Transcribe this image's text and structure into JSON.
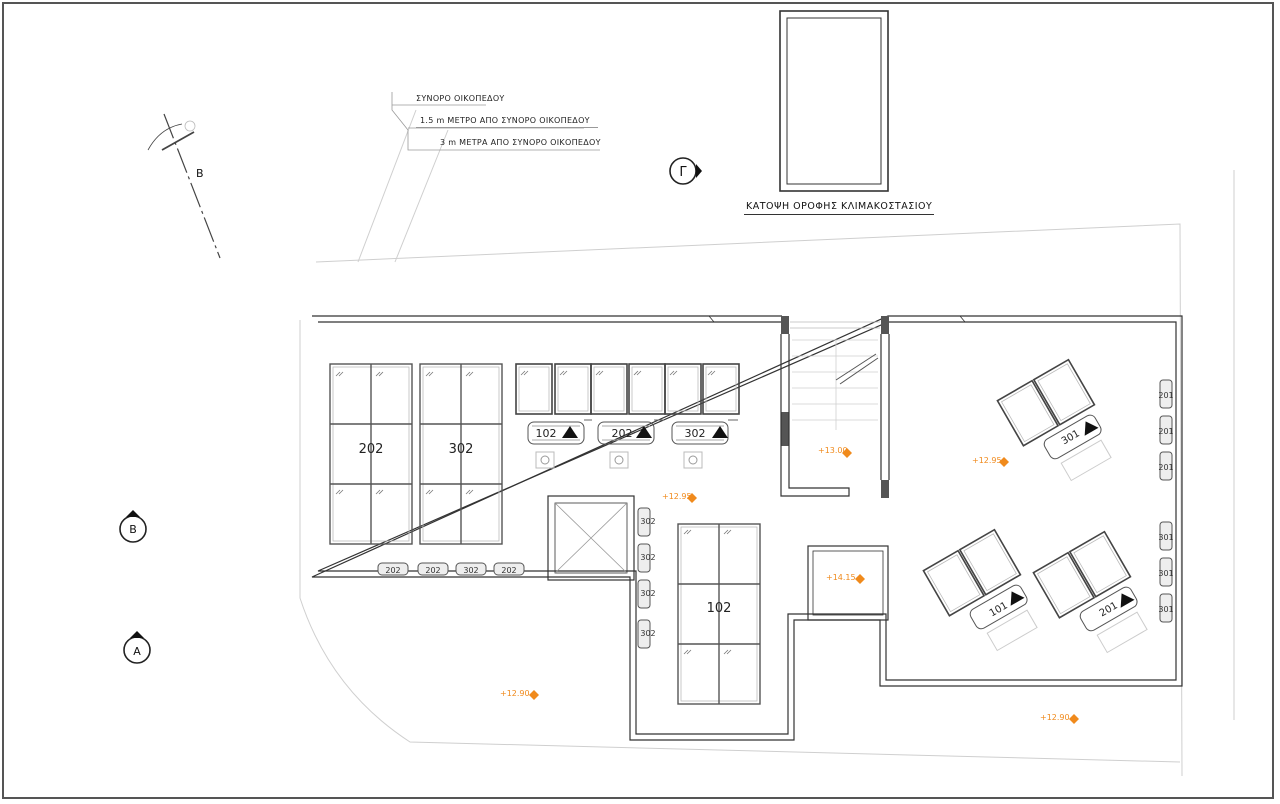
{
  "drawing": {
    "title": "ΚΑΤΟΨΗ ΟΡΟΦΗΣ ΚΛΙΜΑΚΟΣΤΑΣΙΟΥ",
    "legend": [
      "ΣΥΝΟΡΟ ΟΙΚΟΠΕΔΟΥ",
      "1.5 m ΜΕΤΡΟ ΑΠΟ ΣΥΝΟΡΟ ΟΙΚΟΠΕΔΟΥ",
      "3 m ΜΕΤΡΑ ΑΠΟ ΣΥΝΟΡΟ ΟΙΚΟΠΕΔΟΥ"
    ]
  },
  "section_markers": {
    "gamma": "Γ",
    "beta_left": "Β",
    "alpha": "Α",
    "beta_cut": "Β"
  },
  "solar_panels": {
    "panel_202": "202",
    "panel_302": "302",
    "panel_102": "102"
  },
  "water_heaters": [
    "102",
    "202",
    "302"
  ],
  "small_labels": {
    "horizontal_units": [
      "202",
      "202",
      "302",
      "202"
    ],
    "stack_middle": [
      "302",
      "302",
      "302",
      "302"
    ],
    "stack_right": [
      "201",
      "201",
      "201",
      "301",
      "301",
      "301"
    ],
    "heater_right": [
      "301",
      "101",
      "201"
    ]
  },
  "levels": {
    "stair": "+13.00",
    "center": "+12.95",
    "right_top": "+12.95",
    "box": "+14.15",
    "bottom_left": "+12.90",
    "bottom_right": "+12.90"
  },
  "colors": {
    "level": "#f08a1c",
    "line": "#333333",
    "wall_fill": "#777777"
  }
}
